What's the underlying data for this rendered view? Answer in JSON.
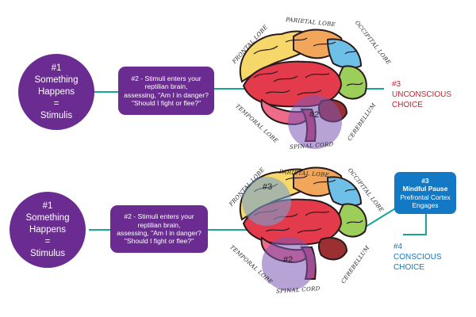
{
  "colors": {
    "purple": "#6a2c91",
    "teal": "#1aa39a",
    "blue": "#1379c4",
    "red": "#c7232e"
  },
  "top": {
    "stimulus": {
      "number": "#1",
      "line1": "Something",
      "line2": "Happens",
      "line3": "=",
      "line4": "Stimulis"
    },
    "reptilian": {
      "line1": "#2 - Stimuli enters your",
      "line2": "reptilian brain,",
      "line3": "assessing, \"Am I in danger?",
      "line4": "\"Should I fight or flee?\""
    },
    "brain_labels": {
      "parietal": "PARIETAL LOBE",
      "frontal": "FRONTAL LOBE",
      "occipital": "OCCIPITAL LOBE",
      "temporal": "TEMPORAL LOBE",
      "cerebellum": "CEREBELLUM",
      "spinal": "SPINAL CORD",
      "marker": "#2"
    },
    "outcome": {
      "number": "#3",
      "line1": "UNCONSCIOUS",
      "line2": "CHOICE"
    }
  },
  "bottom": {
    "stimulus": {
      "number": "#1",
      "line1": "Something",
      "line2": "Happens",
      "line3": "=",
      "line4": "Stimulus"
    },
    "reptilian": {
      "line1": "#2 - Stimuli enters your",
      "line2": "reptilian brain,",
      "line3": "assessing, \"Am I in danger?",
      "line4": "\"Should I fight or flee?\""
    },
    "brain_labels": {
      "parietal": "PARIETAL LOBE",
      "frontal": "FRONTAL LOBE",
      "occipital": "OCCIPITAL LOBE",
      "temporal": "TEMPORAL LOBE",
      "cerebellum": "CEREBELLUM",
      "spinal": "SPINAL CORD",
      "marker2": "#2",
      "marker3": "#3"
    },
    "pause": {
      "number": "#3",
      "title": "Mindful Pause",
      "line1": "Prefrontal Cortex",
      "line2": "Engages"
    },
    "outcome": {
      "number": "#4",
      "line1": "CONSCIOUS",
      "line2": "CHOICE"
    }
  }
}
